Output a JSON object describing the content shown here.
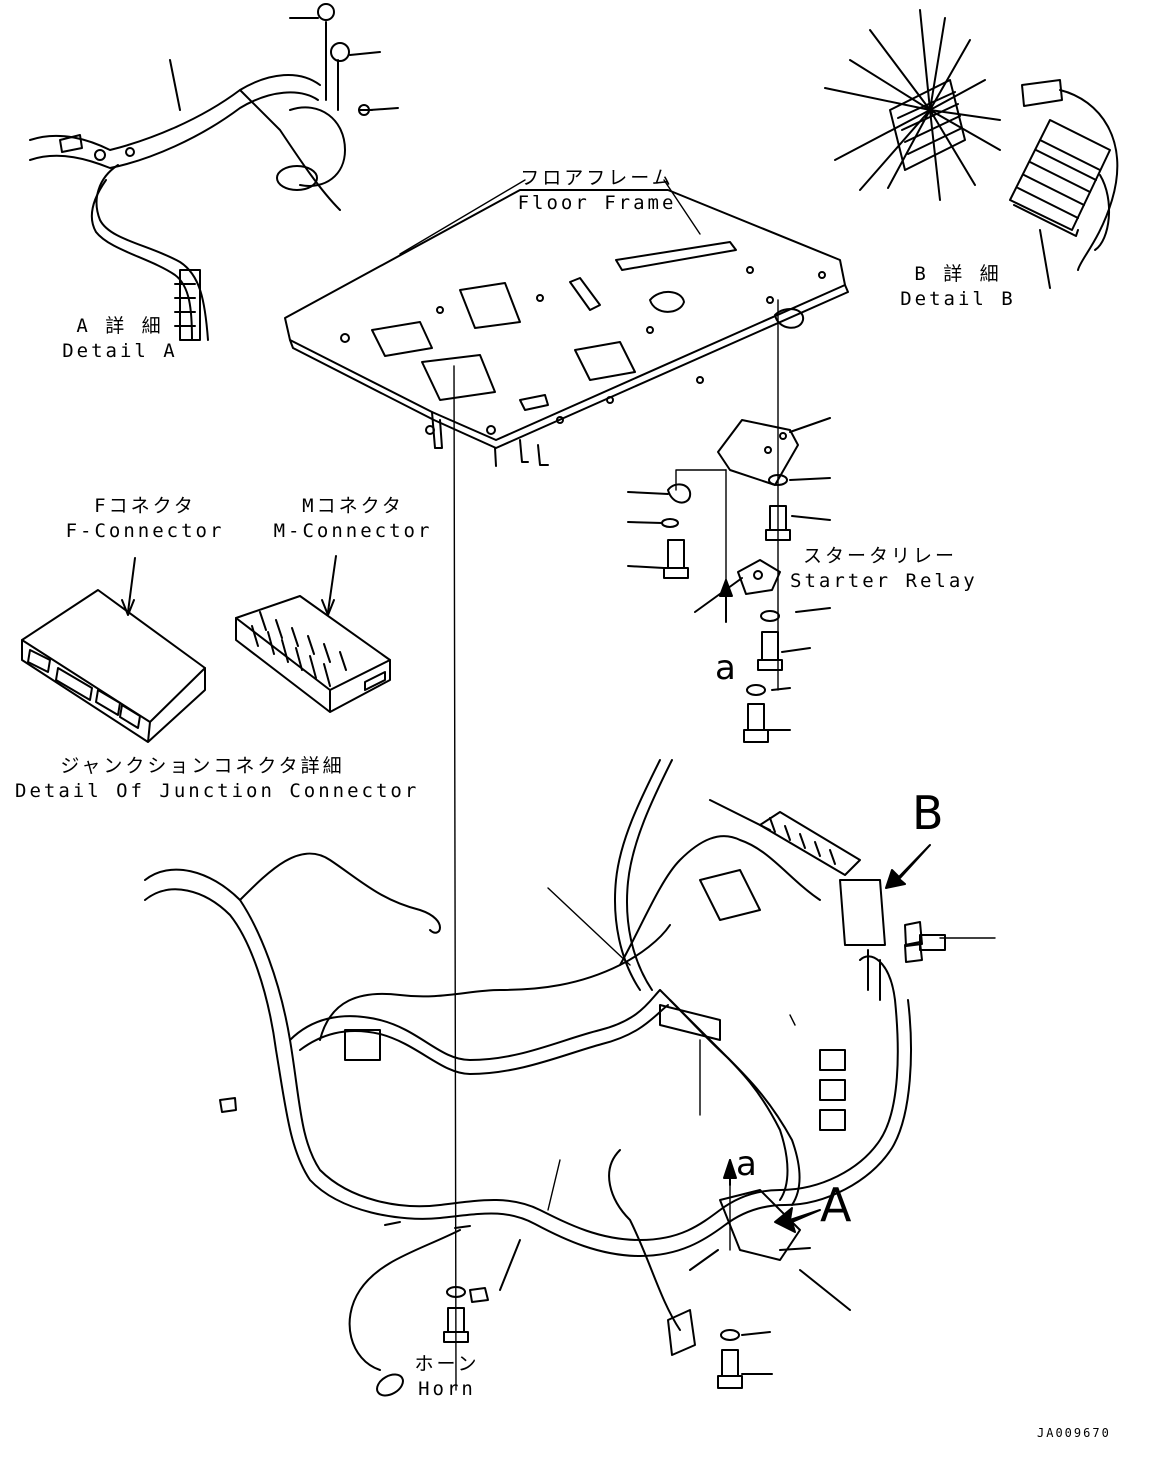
{
  "labels": {
    "floor_frame_ja": "フロアフレーム",
    "floor_frame_en": "Floor Frame",
    "detail_a_ja": "A 詳 細",
    "detail_a_en": "Detail A",
    "detail_b_ja": "B 詳 細",
    "detail_b_en": "Detail B",
    "f_connector_ja": "Fコネクタ",
    "f_connector_en": "F-Connector",
    "m_connector_ja": "Mコネクタ",
    "m_connector_en": "M-Connector",
    "starter_relay_ja": "スタータリレー",
    "starter_relay_en": "Starter Relay",
    "junction_ja": "ジャンクションコネクタ詳細",
    "junction_en": "Detail Of Junction Connector",
    "horn_ja": "ホーン",
    "horn_en": "Horn",
    "ref_a_upper": "a",
    "ref_a_lower": "a",
    "view_a": "A",
    "view_b": "B",
    "drawing_code": "JA009670"
  }
}
